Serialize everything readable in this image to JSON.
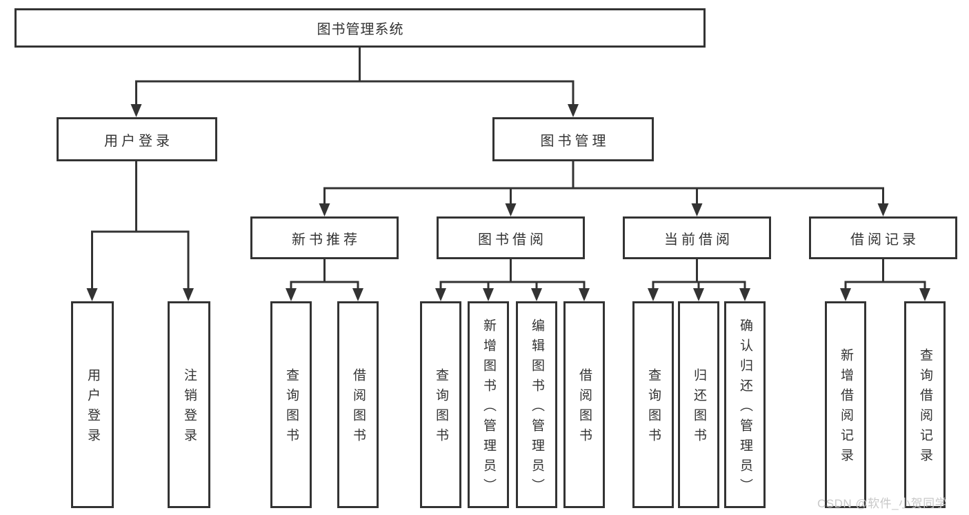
{
  "diagram": {
    "root": {
      "label": "图书管理系统",
      "children": [
        {
          "label": "用户登录",
          "children": [
            {
              "label": "用户登录"
            },
            {
              "label": "注销登录"
            }
          ]
        },
        {
          "label": "图书管理",
          "children": [
            {
              "label": "新书推荐",
              "children": [
                {
                  "label": "查询图书"
                },
                {
                  "label": "借阅图书"
                }
              ]
            },
            {
              "label": "图书借阅",
              "children": [
                {
                  "label": "查询图书"
                },
                {
                  "label": "新增图书（管理员）"
                },
                {
                  "label": "编辑图书（管理员）"
                },
                {
                  "label": "借阅图书"
                }
              ]
            },
            {
              "label": "当前借阅",
              "children": [
                {
                  "label": "查询图书"
                },
                {
                  "label": "归还图书"
                },
                {
                  "label": "确认归还（管理员）"
                }
              ]
            },
            {
              "label": "借阅记录",
              "children": [
                {
                  "label": "新增借阅记录"
                },
                {
                  "label": "查询借阅记录"
                }
              ]
            }
          ]
        }
      ]
    }
  },
  "watermark": {
    "text": "CSDN @软件_小贺同学"
  },
  "colors": {
    "line": "#333333",
    "box_border": "#333333",
    "text": "#333333",
    "background": "#ffffff",
    "watermark_text": "#c8c8c8"
  }
}
